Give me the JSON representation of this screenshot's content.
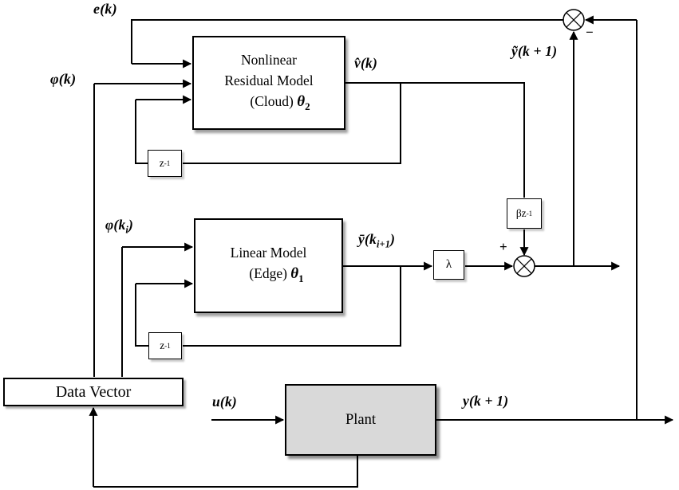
{
  "diagram": {
    "colors": {
      "line": "#000000",
      "plant_fill": "#d9d9d9",
      "background": "#ffffff"
    },
    "blocks": {
      "nonlinear": {
        "line1": "Nonlinear",
        "line2": "Residual Model",
        "line3_pre": "(Cloud) ",
        "theta": "θ",
        "theta_sub": "2"
      },
      "linear": {
        "line1": "Linear Model",
        "line2_pre": "(Edge) ",
        "theta": "θ",
        "theta_sub": "1"
      },
      "plant": {
        "label": "Plant"
      },
      "data_vector": {
        "label": "Data Vector"
      },
      "z_delay_top": {
        "base": "z",
        "sup": "-1"
      },
      "z_delay_bottom": {
        "base": "z",
        "sup": "-1"
      },
      "beta_delay": {
        "base": "βz",
        "sup": "-1"
      },
      "lambda_gain": {
        "label": "λ"
      }
    },
    "signals": {
      "e_k": "e(k)",
      "phi_k": "φ(k)",
      "phi_ki_pre": "φ(k",
      "phi_ki_sub": "i",
      "phi_ki_post": ")",
      "v_hat_k": "v̂(k)",
      "y_tilde_k1": "ỹ(k + 1)",
      "y_bar_pre": "ȳ(k",
      "y_bar_sub": "i+1",
      "y_bar_post": ")",
      "u_k": "u(k)",
      "y_k1": "y(k + 1)"
    },
    "operators": {
      "plus": "+",
      "minus": "−"
    }
  }
}
